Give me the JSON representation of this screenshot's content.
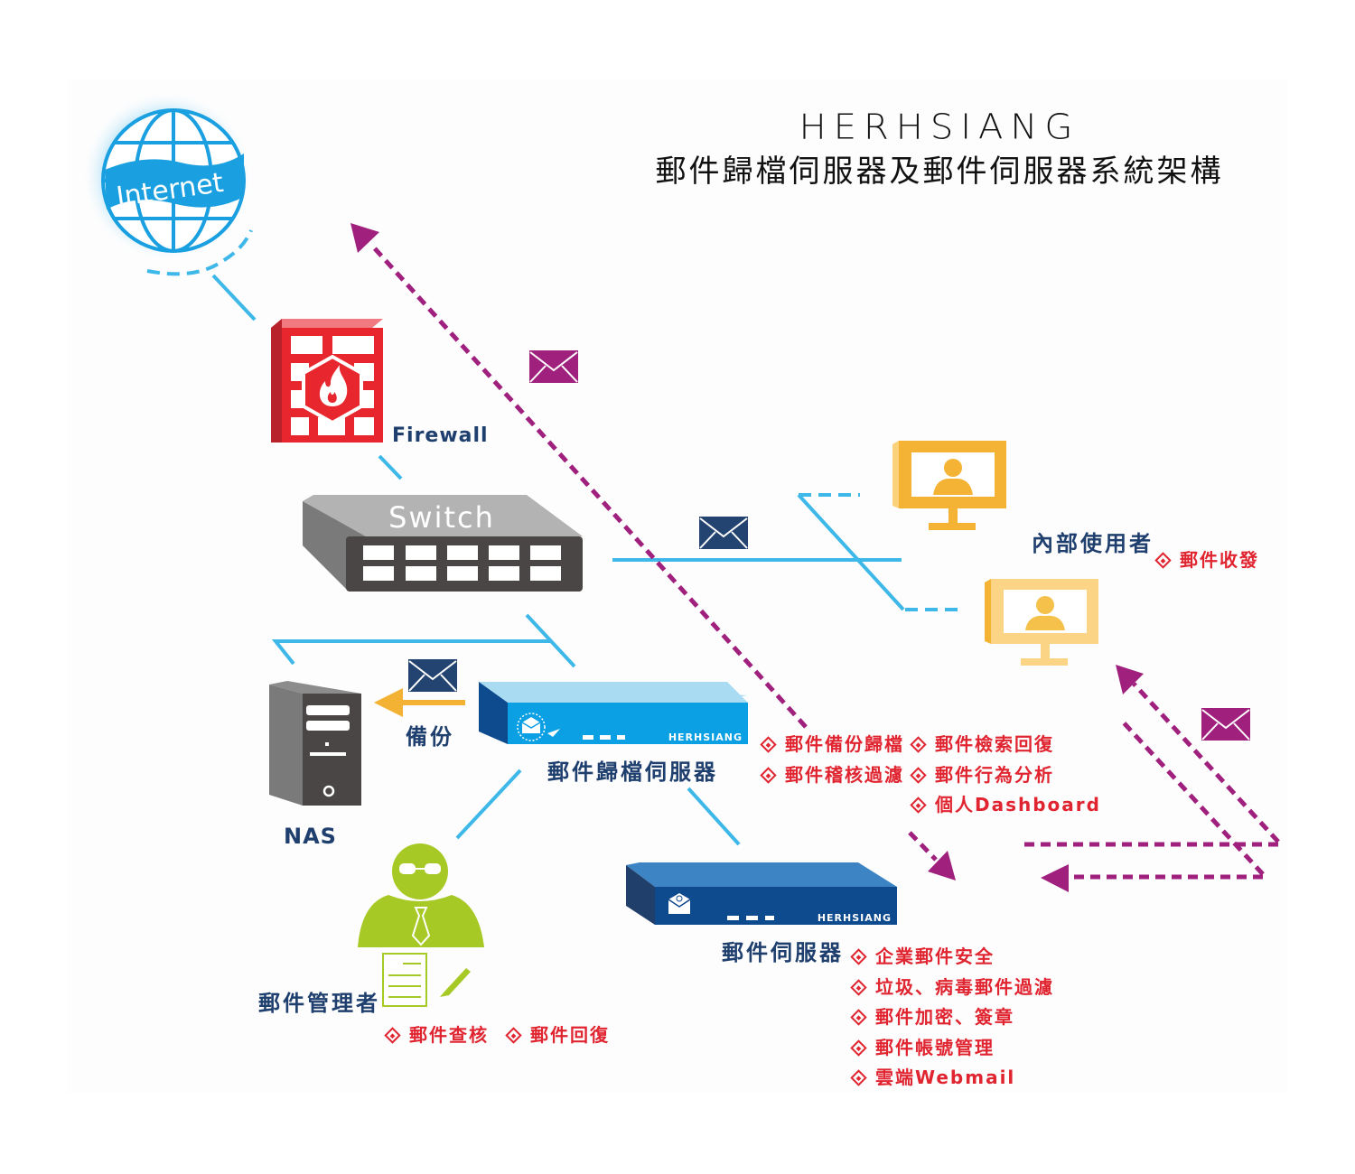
{
  "header": {
    "brand": "HERHSIANG",
    "title": "郵件歸檔伺服器及郵件伺服器系統架構"
  },
  "nodes": {
    "internet": {
      "label": "Internet"
    },
    "firewall": {
      "label": "Firewall"
    },
    "switch": {
      "label": "Switch"
    },
    "nas": {
      "label": "NAS"
    },
    "backup_arrow": {
      "label": "備份"
    },
    "archive_server": {
      "label": "郵件歸檔伺服器",
      "device_brand": "HERHSIANG",
      "features": [
        "郵件備份歸檔",
        "郵件稽核過濾",
        "郵件檢索回復",
        "郵件行為分析",
        "個人Dashboard"
      ]
    },
    "mail_server": {
      "label": "郵件伺服器",
      "device_brand": "HERHSIANG",
      "features": [
        "企業郵件安全",
        "垃圾、病毒郵件過濾",
        "郵件加密、簽章",
        "郵件帳號管理",
        "雲端Webmail"
      ]
    },
    "internal_users": {
      "label": "內部使用者",
      "features": [
        "郵件收發"
      ]
    },
    "mail_admin": {
      "label": "郵件管理者",
      "features": [
        "郵件查核",
        "郵件回復"
      ]
    }
  },
  "colors": {
    "link_blue": "#3db8e8",
    "flow_purple": "#a0207e",
    "envelope_navy": "#234470",
    "feature_red": "#e02430",
    "label_navy": "#1f3f6e",
    "backup_orange": "#f3b233",
    "user_yellow": "#f5b335",
    "admin_green": "#a7c925",
    "firewall_red": "#e8262d"
  }
}
